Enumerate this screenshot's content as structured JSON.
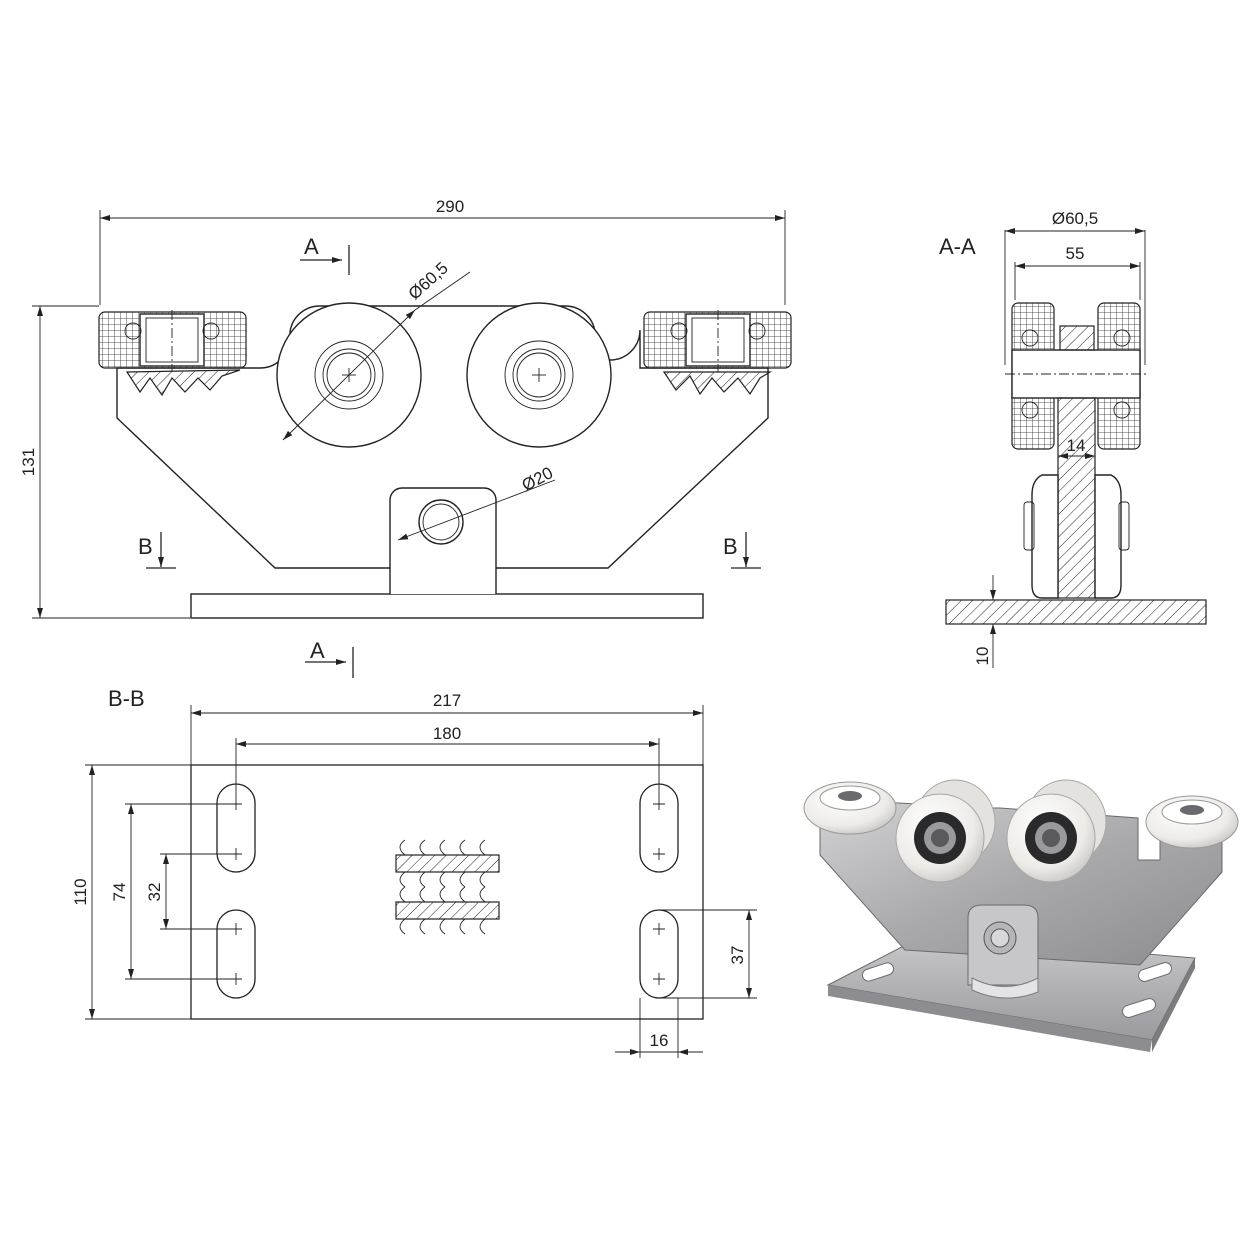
{
  "front_view": {
    "section_a_label": "A",
    "section_b_label": "B",
    "dim_width": "290",
    "dim_height": "131",
    "dim_wheel_diameter": "Ø60,5",
    "dim_pin_diameter": "Ø20"
  },
  "section_a": {
    "title": "A-A",
    "dim_diameter": "Ø60,5",
    "dim_width": "55",
    "dim_web": "14",
    "dim_plate": "10"
  },
  "section_b": {
    "title": "B-B",
    "dim_outer": "217",
    "dim_holes": "180",
    "dim_height": "110",
    "dim_74": "74",
    "dim_32": "32",
    "dim_37": "37",
    "dim_16": "16"
  },
  "colors": {
    "line": "#222222",
    "steel": "#b4b4b6",
    "wheel": "#f4f4f2"
  }
}
